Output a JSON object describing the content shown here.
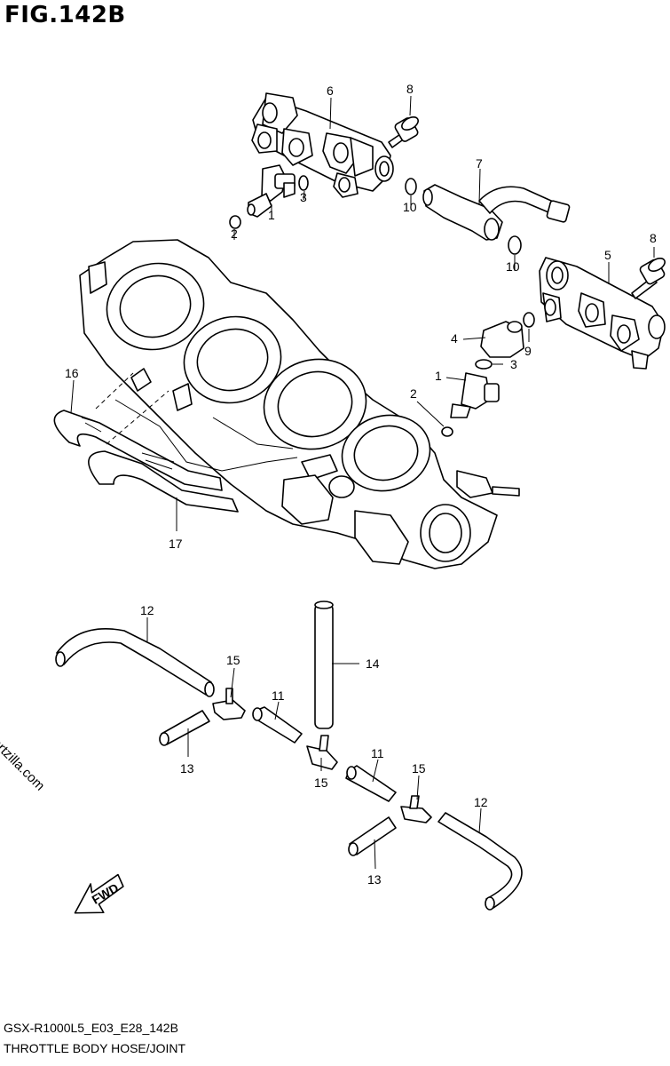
{
  "figure": {
    "title": "FIG.142B",
    "model_code": "GSX-R1000L5_E03_E28_142B",
    "description": "THROTTLE BODY HOSE/JOINT",
    "watermark": "© Partzilla.com",
    "fwd_label": "FWD"
  },
  "callouts": [
    {
      "id": "c6",
      "label": "6"
    },
    {
      "id": "c8a",
      "label": "8"
    },
    {
      "id": "c7",
      "label": "7"
    },
    {
      "id": "c3a",
      "label": "3"
    },
    {
      "id": "c1a",
      "label": "1"
    },
    {
      "id": "c2a",
      "label": "2"
    },
    {
      "id": "c10a",
      "label": "10"
    },
    {
      "id": "c10b",
      "label": "10"
    },
    {
      "id": "c8b",
      "label": "8"
    },
    {
      "id": "c5",
      "label": "5"
    },
    {
      "id": "c4",
      "label": "4"
    },
    {
      "id": "c9",
      "label": "9"
    },
    {
      "id": "c3b",
      "label": "3"
    },
    {
      "id": "c1b",
      "label": "1"
    },
    {
      "id": "c2b",
      "label": "2"
    },
    {
      "id": "c16",
      "label": "16"
    },
    {
      "id": "c17",
      "label": "17"
    },
    {
      "id": "c12a",
      "label": "12"
    },
    {
      "id": "c15a",
      "label": "15"
    },
    {
      "id": "c11a",
      "label": "11"
    },
    {
      "id": "c14",
      "label": "14"
    },
    {
      "id": "c13a",
      "label": "13"
    },
    {
      "id": "c15b",
      "label": "15"
    },
    {
      "id": "c11b",
      "label": "11"
    },
    {
      "id": "c15c",
      "label": "15"
    },
    {
      "id": "c12b",
      "label": "12"
    },
    {
      "id": "c13b",
      "label": "13"
    }
  ]
}
